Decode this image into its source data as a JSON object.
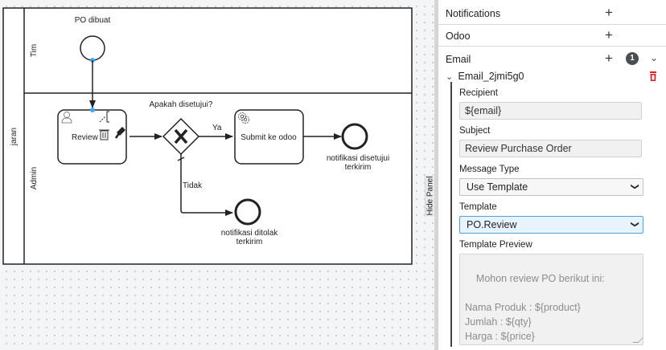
{
  "diagram": {
    "pool_label": "jaran",
    "lanes": [
      "Tim",
      "Admin"
    ],
    "start_event_label": "PO dibuat",
    "tasks": {
      "review": "Review",
      "submit": "Submit ke odoo"
    },
    "gateway_label": "Apakah disetujui?",
    "flow_labels": {
      "yes": "Ya",
      "no": "Tidak"
    },
    "end_events": {
      "approved": [
        "notifikasi disetujui",
        "terkirim"
      ],
      "rejected": [
        "notifikasi ditolak",
        "terkirim"
      ]
    },
    "selection_color": "#3fa9f5"
  },
  "hide_panel_label": "Hide Panel",
  "panel": {
    "groups": [
      {
        "label": "Notifications",
        "add": "+"
      },
      {
        "label": "Odoo",
        "add": "+"
      },
      {
        "label": "Email",
        "add": "+",
        "count": "1",
        "expanded": true
      }
    ],
    "entry": {
      "name": "Email_2jmi5g0",
      "recipient_label": "Recipient",
      "recipient_value": "${email}",
      "subject_label": "Subject",
      "subject_value": "Review Purchase Order",
      "message_type_label": "Message Type",
      "message_type_value": "Use Template",
      "template_label": "Template",
      "template_value": "PO.Review",
      "preview_label": "Template Preview",
      "preview_text": "Mohon review PO berikut ini:\n\nNama Produk : ${product}\nJumlah : ${qty}\nHarga : ${price}\nVendor : ${vendor}",
      "delete_color": "#e02020"
    }
  }
}
